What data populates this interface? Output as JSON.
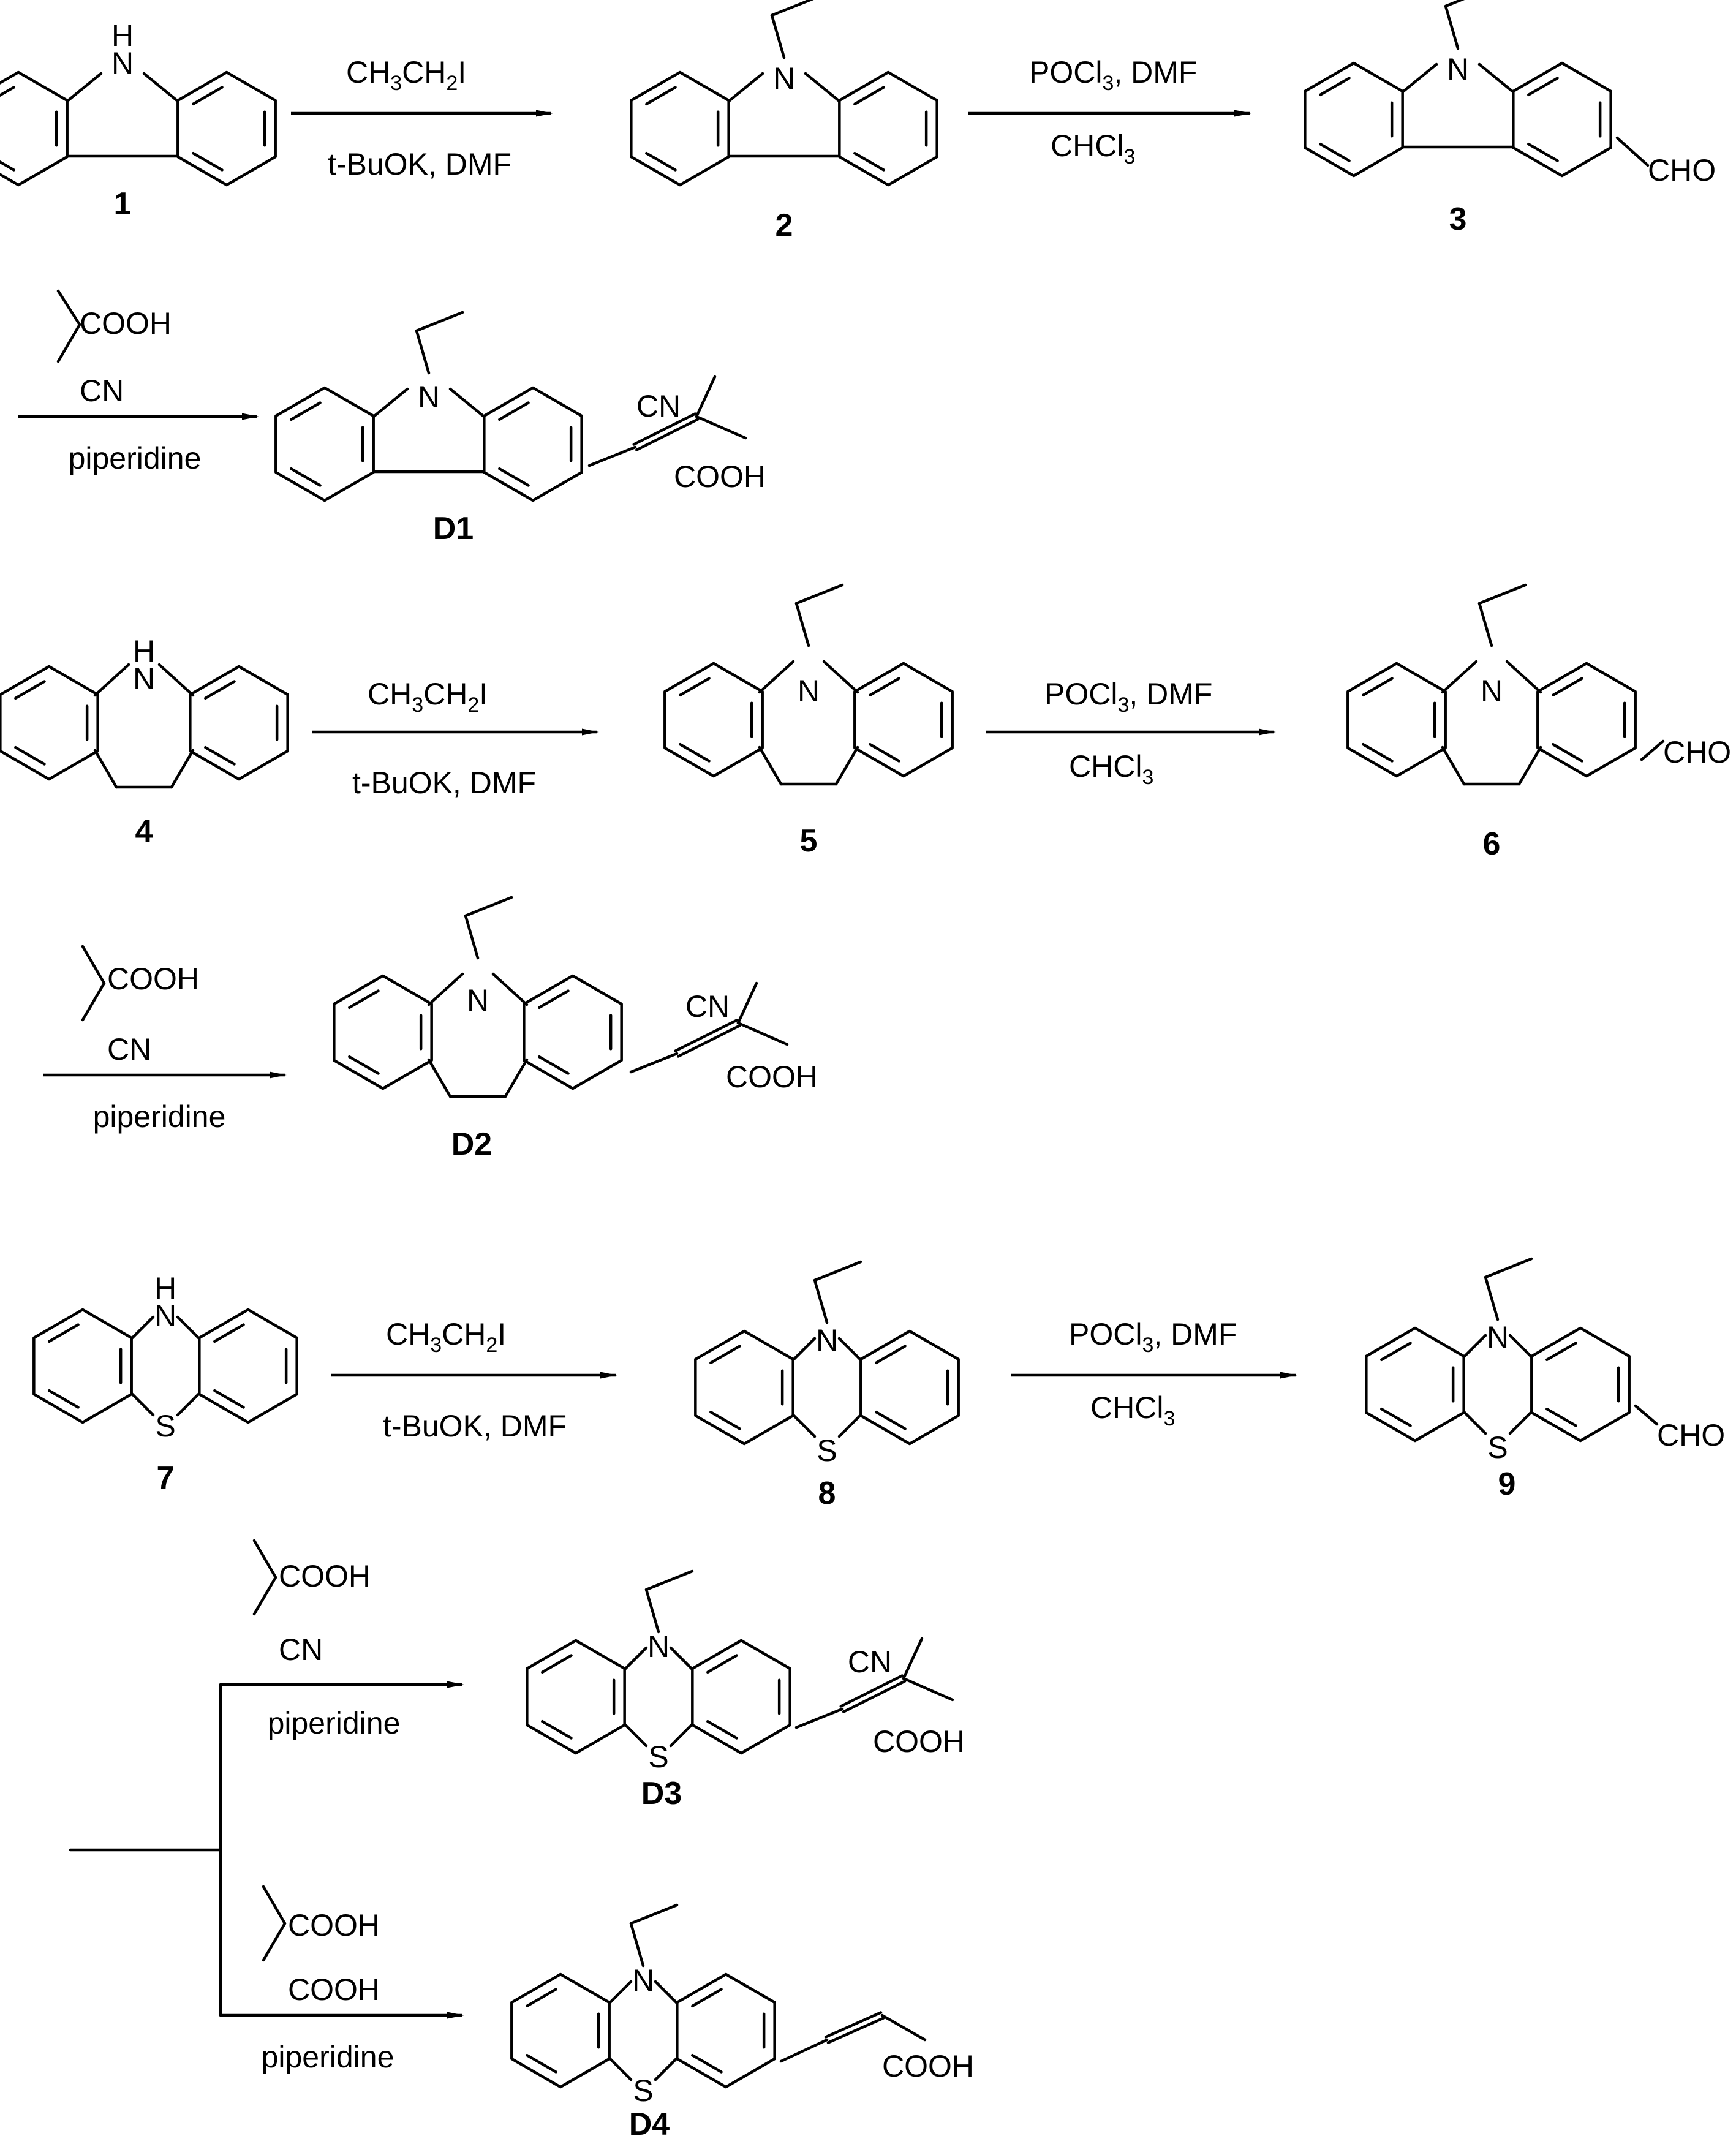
{
  "compounds": {
    "c1": "1",
    "c2": "2",
    "c3": "3",
    "d1": "D1",
    "c4": "4",
    "c5": "5",
    "c6": "6",
    "d2": "D2",
    "c7": "7",
    "c8": "8",
    "c9": "9",
    "d3": "D3",
    "d4": "D4"
  },
  "atoms": {
    "h": "H",
    "n": "N",
    "s": "S",
    "cho": "CHO",
    "cn": "CN",
    "cooh": "COOH"
  },
  "reagents": {
    "ethyl_iodide": {
      "a": "CH",
      "a_sub": "3",
      "b": "CH",
      "b_sub": "2",
      "c": "I"
    },
    "base": "t-BuOK, DMF",
    "vilsmeier": {
      "a": "POCl",
      "a_sub": "3",
      "b": ", DMF"
    },
    "solvent": {
      "a": "CHCl",
      "a_sub": "3"
    },
    "cyanoacetic": {
      "top": "COOH",
      "bottom": "CN"
    },
    "malonic": {
      "top": "COOH",
      "bottom": "COOH"
    },
    "catalyst": "piperidine"
  }
}
